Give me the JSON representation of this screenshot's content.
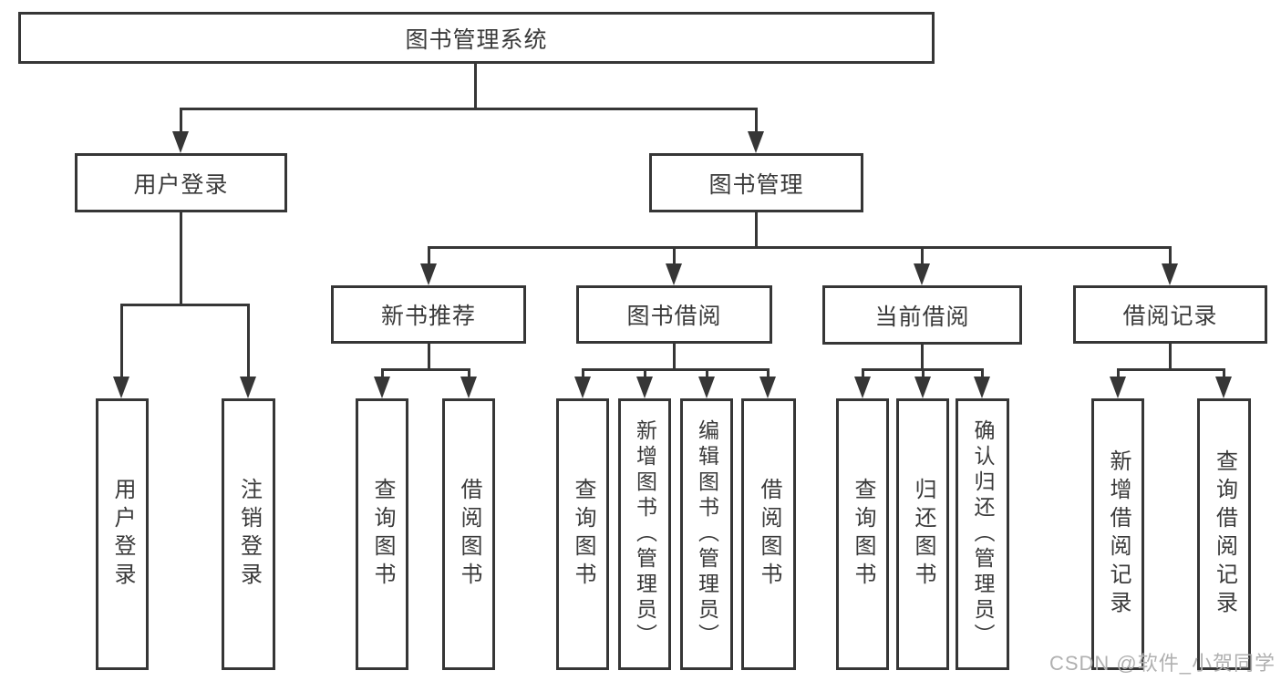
{
  "chart": {
    "type": "tree-diagram",
    "root": {
      "label": "图书管理系统"
    },
    "branches": [
      {
        "label": "用户登录",
        "children": [
          {
            "label": "用户登录"
          },
          {
            "label": "注销登录"
          }
        ]
      },
      {
        "label": "图书管理",
        "children": [
          {
            "label": "新书推荐",
            "children": [
              {
                "label": "查询图书"
              },
              {
                "label": "借阅图书"
              }
            ]
          },
          {
            "label": "图书借阅",
            "children": [
              {
                "label": "查询图书"
              },
              {
                "label": "新增图书（管理员）"
              },
              {
                "label": "编辑图书（管理员）"
              },
              {
                "label": "借阅图书"
              }
            ]
          },
          {
            "label": "当前借阅",
            "children": [
              {
                "label": "查询图书"
              },
              {
                "label": "归还图书"
              },
              {
                "label": "确认归还（管理员）"
              }
            ]
          },
          {
            "label": "借阅记录",
            "children": [
              {
                "label": "新增借阅记录"
              },
              {
                "label": "查询借阅记录"
              }
            ]
          }
        ]
      }
    ]
  },
  "watermark": {
    "text": "CSDN @软件_小贺同学"
  },
  "colors": {
    "line": "#363636",
    "text": "#3a3a3a",
    "box_background": "#ffffff",
    "watermark": "#b0b0b0",
    "background": "#ffffff"
  }
}
